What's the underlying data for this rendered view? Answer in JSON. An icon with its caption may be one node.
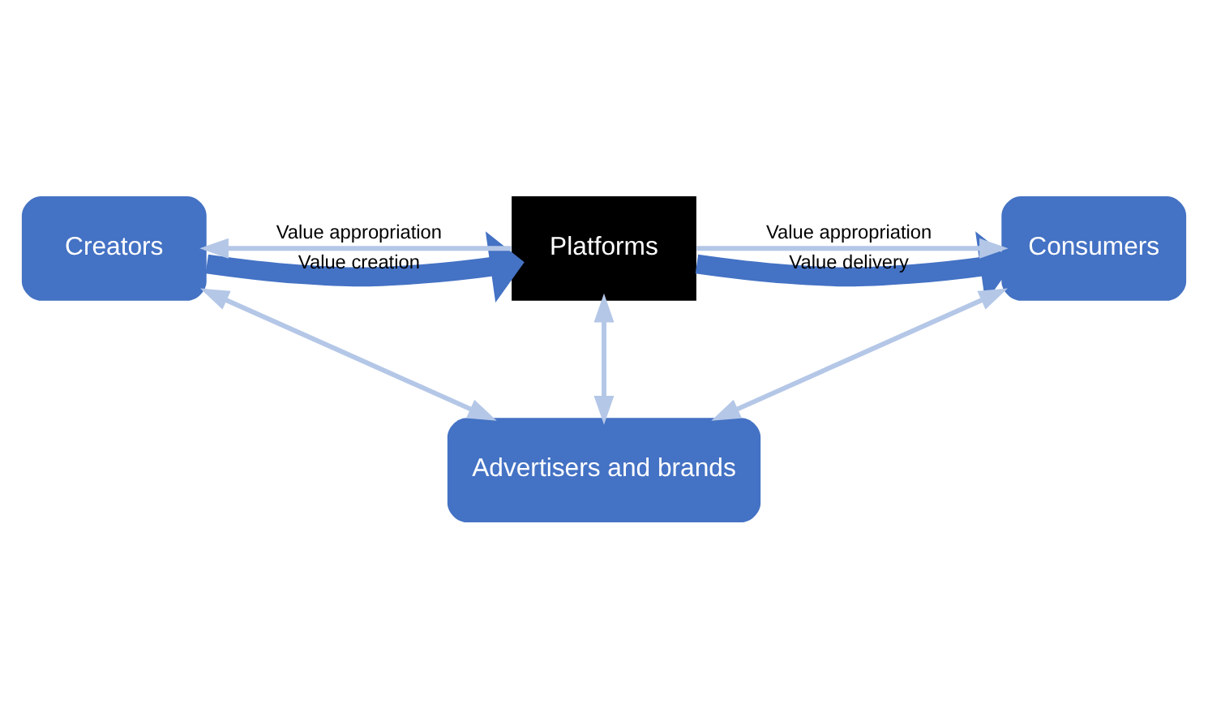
{
  "diagram": {
    "nodes": [
      {
        "text": [
          "Creators"
        ]
      },
      {
        "text": [
          "Platforms"
        ]
      },
      {
        "text": [
          "Consumers"
        ]
      },
      {
        "text": [
          "Advertisers and brands"
        ]
      }
    ],
    "edges": [
      {
        "from": 0,
        "to": 1,
        "arrow": "to",
        "label": "Value creation",
        "style": "thick",
        "color": "#4472c4"
      },
      {
        "from": 1,
        "to": 2,
        "arrow": "to",
        "label": "Value delivery",
        "style": "thick",
        "color": "#4472c4"
      },
      {
        "from": 1,
        "to": 0,
        "arrow": "to",
        "label": "Value appropriation"
      },
      {
        "from": 1,
        "to": 2,
        "arrow": "to",
        "label": "Value appropriation"
      },
      {
        "from": 0,
        "to": 3,
        "arrow": "both"
      },
      {
        "from": 1,
        "to": 3,
        "arrow": "both"
      },
      {
        "from": 2,
        "to": 3,
        "arrow": "both"
      }
    ]
  }
}
